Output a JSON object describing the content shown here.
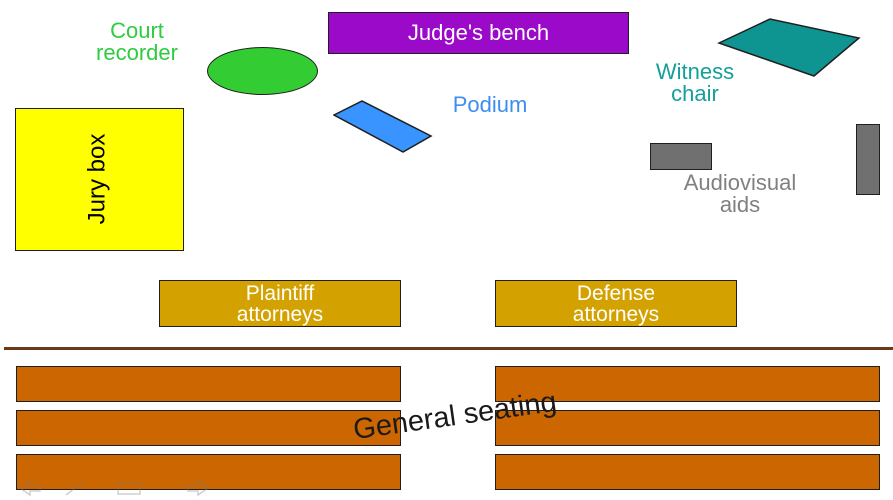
{
  "labels": {
    "court_recorder": "Court\nrecorder",
    "judges_bench": "Judge's bench",
    "witness_chair": "Witness\nchair",
    "podium": "Podium",
    "jury_box": "Jury box",
    "audiovisual_aids": "Audiovisual\naids",
    "plaintiff_attorneys": "Plaintiff\nattorneys",
    "defense_attorneys": "Defense\nattorneys",
    "general_seating": "General seating"
  },
  "colors": {
    "court_recorder": "#2ecc40",
    "court_recorder_seat": "#33cc33",
    "judges_bench": "#9b09c9",
    "witness": "#159f9a",
    "witness_chair": "#0f9591",
    "podium": "#3c8ef0",
    "podium_shape": "#3994ff",
    "jury_box": "#ffff00",
    "audiovisual": "#808080",
    "audiovisual_shape": "#707070",
    "attorneys": "#d4a200",
    "bar": "#6b3a12",
    "seating": "#cc6600"
  },
  "nav_icons": [
    "prev-arrow-icon",
    "pen-icon",
    "screen-icon",
    "next-arrow-icon"
  ]
}
